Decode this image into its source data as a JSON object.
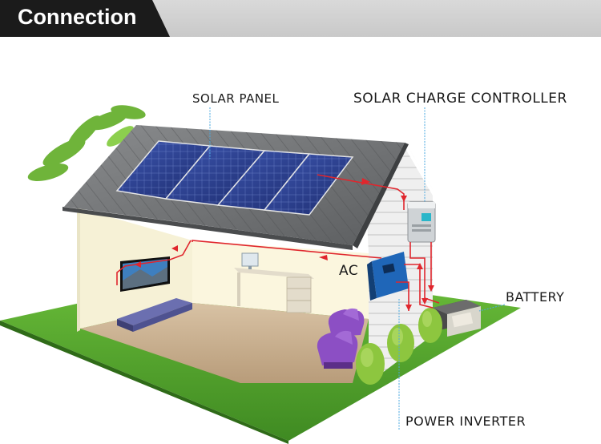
{
  "header": {
    "title": "Connection"
  },
  "labels": {
    "solar_panel": "SOLAR PANEL",
    "charge_controller": "SOLAR CHARGE CONTROLLER",
    "ac": "AC",
    "battery": "BATTERY",
    "power_inverter": "POWER INVERTER"
  },
  "colors": {
    "wire": "#e0262d",
    "leader_line": "#4aa8e0",
    "header_tab": "#1b1b1b",
    "header_band": "#cfcfcf",
    "grass": "#58a52e",
    "roof": "#6b6d6f",
    "panel": "#2a3f8e"
  }
}
